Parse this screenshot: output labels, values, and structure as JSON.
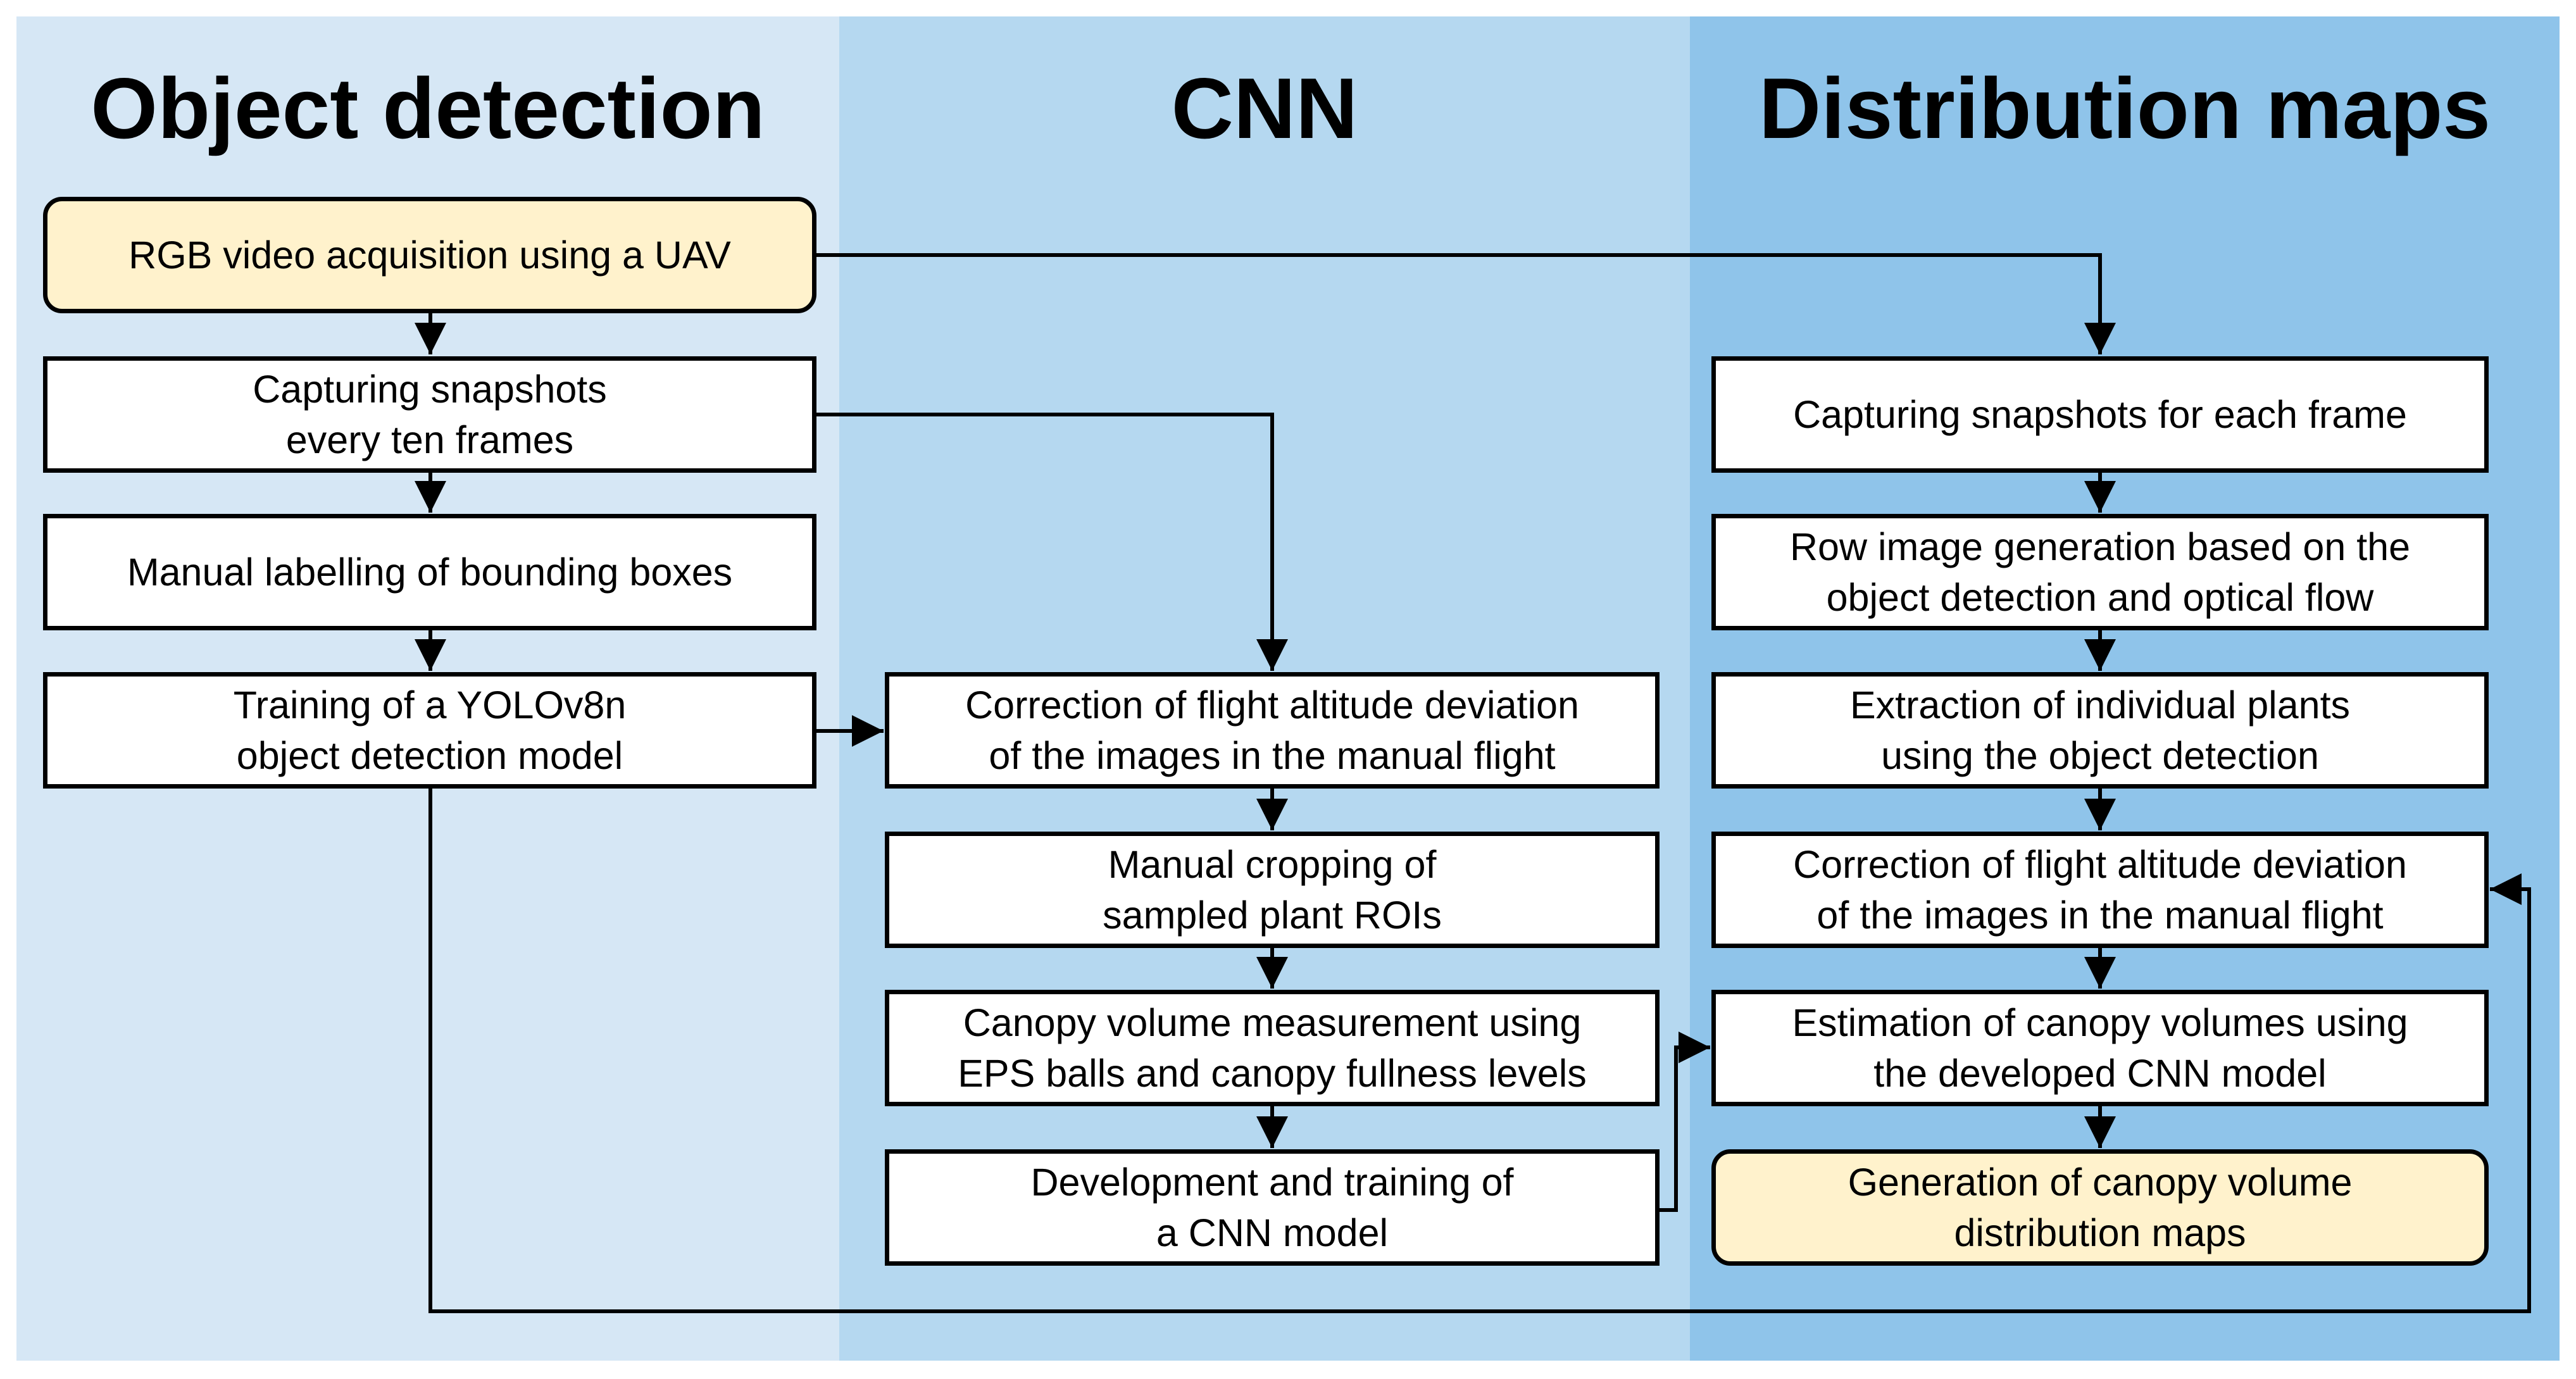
{
  "colors": {
    "column_object_detection": "#d6e7f5",
    "column_cnn": "#b5d8f0",
    "column_distribution_maps": "#8fc4ea",
    "highlight_box": "#fff2cc",
    "box_fill": "#ffffff",
    "line": "#000000"
  },
  "columns": {
    "object_detection": {
      "title": "Object detection"
    },
    "cnn": {
      "title": "CNN"
    },
    "distribution_maps": {
      "title": "Distribution maps"
    }
  },
  "object_detection_steps": {
    "video_acquisition": "RGB video acquisition using a UAV",
    "capture_snapshots": "Capturing snapshots\nevery ten frames",
    "manual_labelling": "Manual labelling of bounding boxes",
    "training_yolo": "Training of a YOLOv8n\nobject detection model"
  },
  "cnn_steps": {
    "altitude_correction": "Correction of flight altitude deviation\nof the images in the manual flight",
    "manual_cropping": "Manual cropping of\nsampled plant ROIs",
    "canopy_measurement": "Canopy volume measurement using\nEPS balls and canopy fullness levels",
    "cnn_development": "Development and training of\na CNN model"
  },
  "distribution_steps": {
    "snapshots_each_frame": "Capturing snapshots for each frame",
    "row_image_generation": "Row image generation based on the\nobject detection and optical flow",
    "plant_extraction": "Extraction of individual plants\nusing the object detection",
    "altitude_correction": "Correction of flight altitude deviation\nof the images in the manual flight",
    "volume_estimation": "Estimation of canopy volumes using\nthe developed CNN model",
    "map_generation": "Generation of canopy volume\ndistribution maps"
  }
}
